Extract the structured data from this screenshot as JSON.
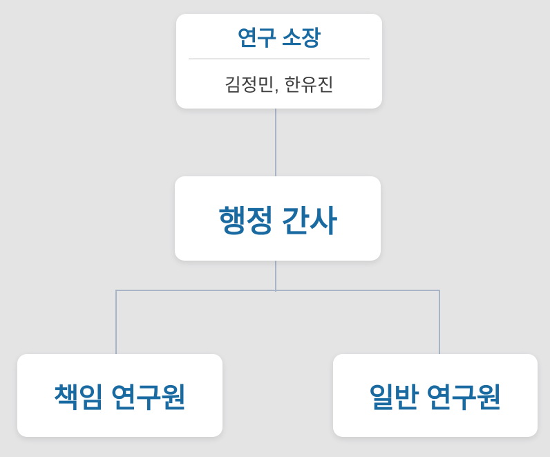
{
  "colors": {
    "page_bg": "#e4e4e5",
    "accent_blue": "#1a6aa2",
    "connector": "#a9b5c7",
    "names_text": "#3d3d3d",
    "divider": "#e6e6e6",
    "box_bg": "#ffffff"
  },
  "org_chart": {
    "root": {
      "title": "연구 소장",
      "members": "김정민, 한유진"
    },
    "level2": {
      "title": "행정 간사"
    },
    "level3": [
      {
        "title": "책임 연구원"
      },
      {
        "title": "일반 연구원"
      }
    ]
  }
}
